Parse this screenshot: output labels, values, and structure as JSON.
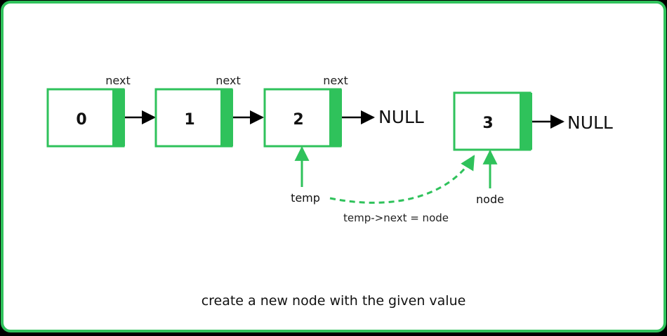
{
  "colors": {
    "accent": "#2fc25b",
    "border": "#2fc25b",
    "background": "#ffffff",
    "text": "#111111"
  },
  "nodes": [
    {
      "value": "0",
      "next_label": ""
    },
    {
      "value": "1",
      "next_label": "next"
    },
    {
      "value": "2",
      "next_label": "next"
    },
    {
      "value": "3",
      "next_label": ""
    }
  ],
  "labels": {
    "node0_next": "next",
    "node1_next": "next",
    "node2_next": "next",
    "null_after_2": "NULL",
    "null_after_3": "NULL",
    "temp": "temp",
    "node": "node",
    "assignment": "temp->next = node",
    "caption": "create a new node with the given value"
  }
}
